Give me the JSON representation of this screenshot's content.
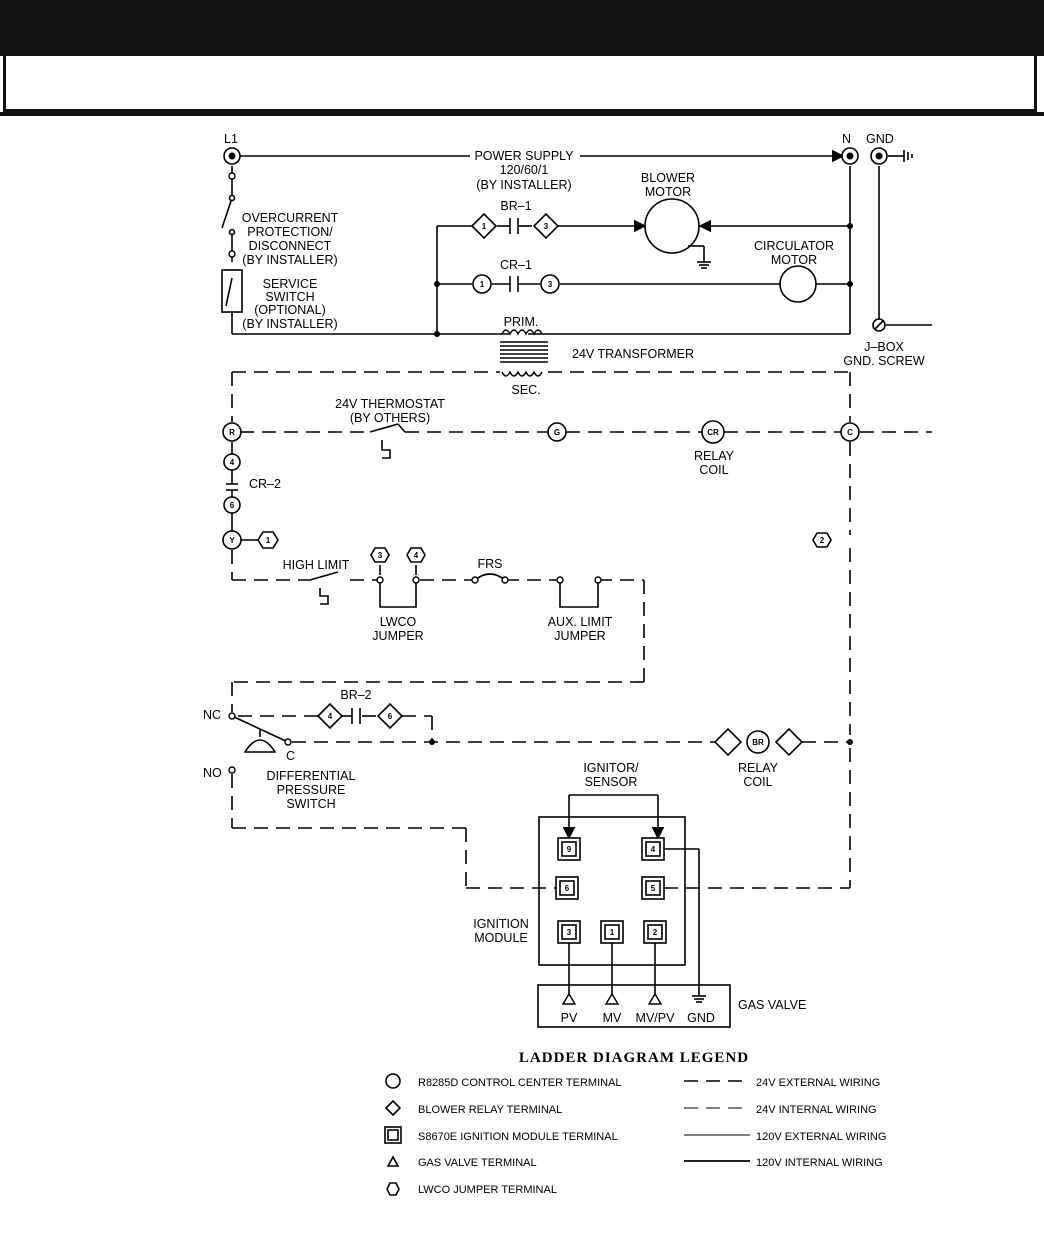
{
  "header": {
    "title": ""
  },
  "labels": {
    "l1": "L1",
    "n": "N",
    "gnd": "GND",
    "power_supply_1": "POWER SUPPLY",
    "power_supply_2": "120/60/1",
    "power_supply_3": "(BY INSTALLER)",
    "blower_1": "BLOWER",
    "blower_2": "MOTOR",
    "overcurrent_1": "OVERCURRENT",
    "overcurrent_2": "PROTECTION/",
    "overcurrent_3": "DISCONNECT",
    "overcurrent_4": "(BY INSTALLER)",
    "br1": "BR–1",
    "circulator_1": "CIRCULATOR",
    "circulator_2": "MOTOR",
    "cr1": "CR–1",
    "service_1": "SERVICE",
    "service_2": "SWITCH",
    "service_3": "(OPTIONAL)",
    "service_4": "(BY INSTALLER)",
    "prim": "PRIM.",
    "transformer": "24V TRANSFORMER",
    "sec": "SEC.",
    "jbox_1": "J–BOX",
    "jbox_2": "GND. SCREW",
    "thermostat_1": "24V THERMOSTAT",
    "thermostat_2": "(BY OTHERS)",
    "relay_coil_1": "RELAY",
    "relay_coil_2": "COIL",
    "cr2": "CR–2",
    "high_limit": "HIGH LIMIT",
    "frs": "FRS",
    "lwco_1": "LWCO",
    "lwco_2": "JUMPER",
    "aux_1": "AUX. LIMIT",
    "aux_2": "JUMPER",
    "br2": "BR–2",
    "nc": "NC",
    "no": "NO",
    "c": "C",
    "diff_1": "DIFFERENTIAL",
    "diff_2": "PRESSURE",
    "diff_3": "SWITCH",
    "relay2_1": "RELAY",
    "relay2_2": "COIL",
    "ignitor_1": "IGNITOR/",
    "ignitor_2": "SENSOR",
    "ignition_1": "IGNITION",
    "ignition_2": "MODULE",
    "gas_valve": "GAS VALVE",
    "pv": "PV",
    "mv": "MV",
    "mvpv": "MV/PV",
    "gv_gnd": "GND"
  },
  "terminals": {
    "r": "R",
    "g": "G",
    "cr": "CR",
    "c": "C",
    "y": "Y",
    "br": "BR",
    "t4": "4",
    "t6": "6",
    "t1": "1",
    "t2": "2",
    "t3": "3",
    "d1": "1",
    "d3": "3",
    "d4": "4",
    "d6": "6",
    "h1": "1",
    "m9": "9",
    "m4": "4",
    "m6": "6",
    "m5": "5",
    "m3": "3",
    "m1": "1",
    "m2": "2"
  },
  "legend": {
    "title": "LADDER DIAGRAM LEGEND",
    "items": [
      "R8285D CONTROL CENTER TERMINAL",
      "BLOWER RELAY TERMINAL",
      "S8670E IGNITION MODULE TERMINAL",
      "GAS VALVE TERMINAL",
      "LWCO JUMPER TERMINAL"
    ],
    "wiring": [
      "24V EXTERNAL WIRING",
      "24V INTERNAL WIRING",
      "120V EXTERNAL WIRING",
      "120V INTERNAL WIRING"
    ]
  }
}
